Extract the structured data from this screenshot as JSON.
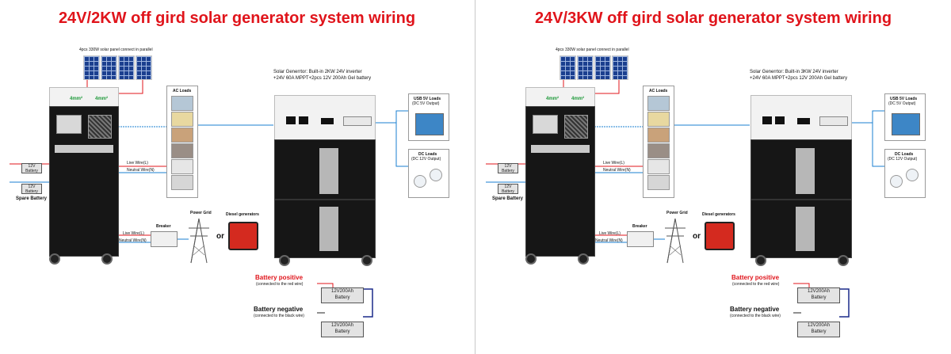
{
  "colors": {
    "title": "#e0141b",
    "ac_wire": "#e0141b",
    "dc_wire": "#1a7fd0",
    "green_label": "#1f9a3b"
  },
  "panels": [
    {
      "title": "24V/2KW off gird solar generator system wiring",
      "solar_label": "4pcs 330W solar panel connect in parallel",
      "cable_a": "4mm²",
      "cable_b": "4mm²",
      "ac_loads": "AC Loads",
      "spare_battery": "Spare Battery",
      "battery_12v": "12V",
      "battery_word": "Battery",
      "live_wire_top": "Live Wire(L)",
      "neutral_wire_top": "Neutral Wire(N)",
      "live_wire_bot": "Live Wire(L)",
      "neutral_wire_bot": "Neutral Wire(N)",
      "breaker": "Breaker",
      "power_grid": "Power Grid",
      "diesel": "Diesel generators",
      "or": "or",
      "gen_line1": "Solar Generrtor: Built-in 2KW 24V inverter",
      "gen_line2": "+24V 60A MPPT+2pcs 12V 200Ah Gel battery",
      "usb_loads": "USB 5V Loads",
      "usb_output": "(DC 5V Output)",
      "dc_loads": "DC Loads",
      "dc_output": "(DC 12V Output)",
      "bat_pos": "Battery positive",
      "bat_pos_note": "(connected to the red wire)",
      "bat_neg": "Battery negative",
      "bat_neg_note": "(connected to the black wire)",
      "gel_bat": "12V200Ah",
      "gel_word": "Battery"
    },
    {
      "title": "24V/3KW off gird solar generator system wiring",
      "solar_label": "4pcs 330W solar panel connect in parallel",
      "cable_a": "4mm²",
      "cable_b": "4mm²",
      "ac_loads": "AC Loads",
      "spare_battery": "Spare Battery",
      "battery_12v": "12V",
      "battery_word": "Battery",
      "live_wire_top": "Live Wire(L)",
      "neutral_wire_top": "Neutral Wire(N)",
      "live_wire_bot": "Live Wire(L)",
      "neutral_wire_bot": "Neutral Wire(N)",
      "breaker": "Breaker",
      "power_grid": "Power Grid",
      "diesel": "Diesel generators",
      "or": "or",
      "gen_line1": "Solar Generrtor: Built-in 3KW 24V inverter",
      "gen_line2": "+24V 60A MPPT+2pcs 12V 200Ah Gel battery",
      "usb_loads": "USB 5V Loads",
      "usb_output": "(DC 5V Output)",
      "dc_loads": "DC Loads",
      "dc_output": "(DC 12V Output)",
      "bat_pos": "Battery positive",
      "bat_pos_note": "(connected to the red wire)",
      "bat_neg": "Battery negative",
      "bat_neg_note": "(connected to the black wire)",
      "gel_bat": "12V200Ah",
      "gel_word": "Battery"
    }
  ]
}
